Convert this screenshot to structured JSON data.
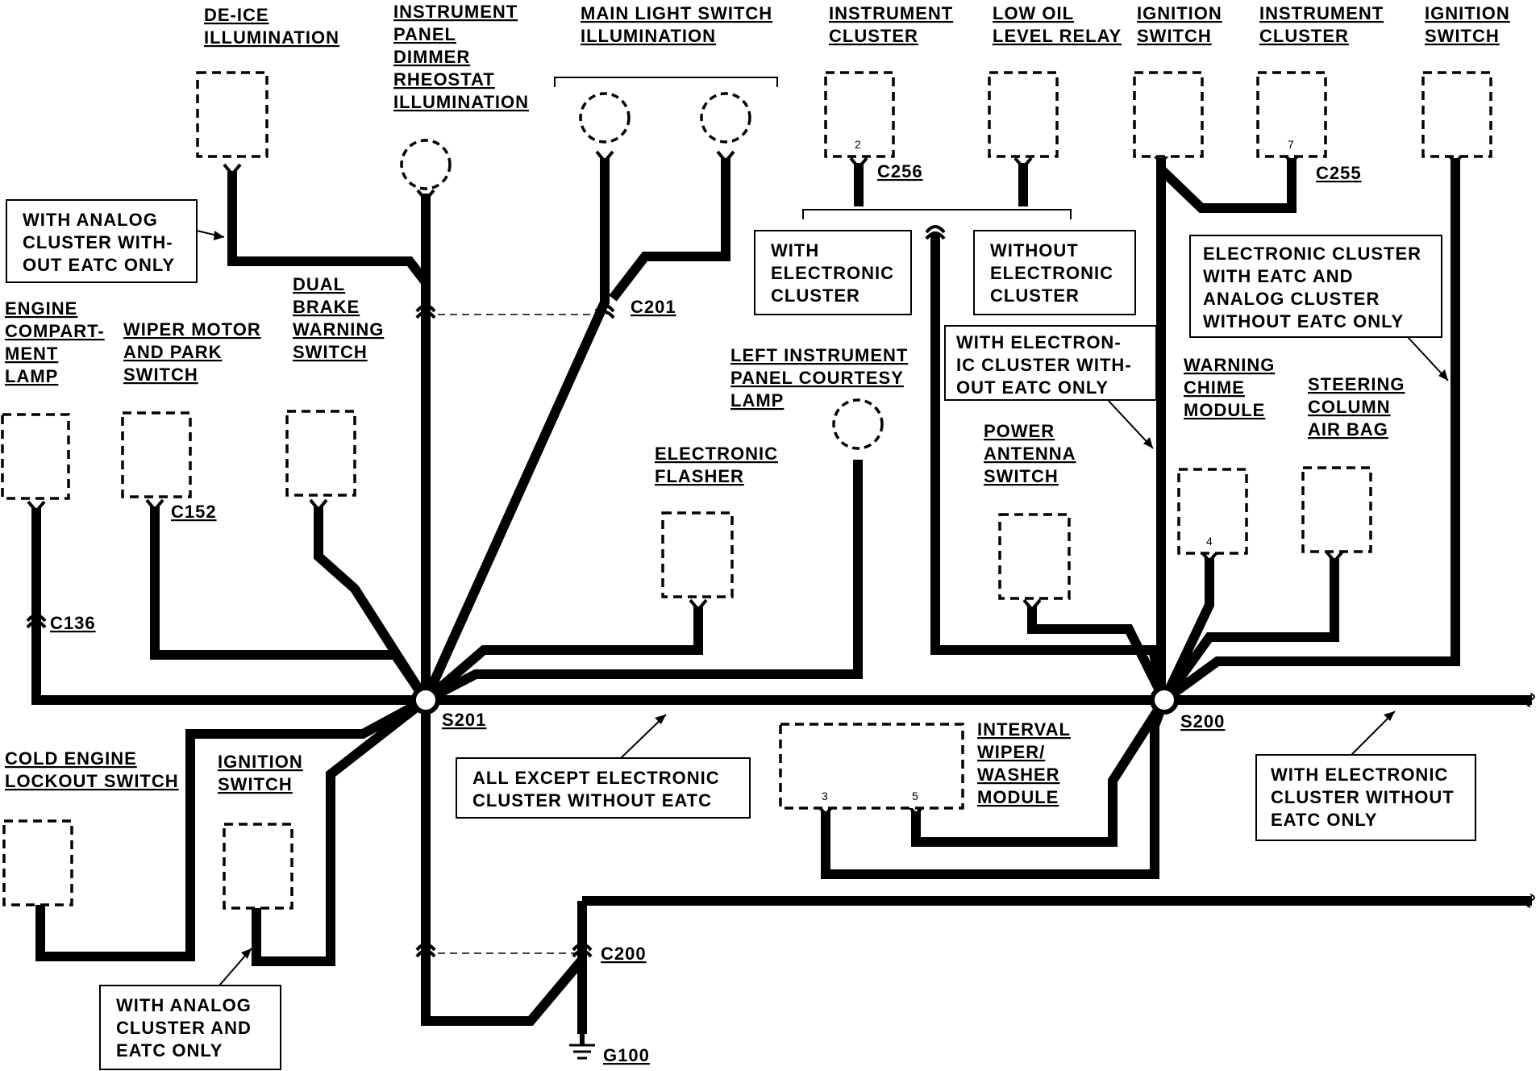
{
  "components": {
    "de_ice": [
      "DE-ICE",
      "ILLUMINATION"
    ],
    "dimmer": [
      "INSTRUMENT",
      "PANEL",
      "DIMMER",
      "RHEOSTAT",
      "ILLUMINATION"
    ],
    "main_light": [
      "MAIN LIGHT SWITCH",
      "ILLUMINATION"
    ],
    "instrument_cluster_a": [
      "INSTRUMENT",
      "CLUSTER"
    ],
    "low_oil": [
      "LOW OIL",
      "LEVEL RELAY"
    ],
    "ignition_switch_a": [
      "IGNITION",
      "SWITCH"
    ],
    "instrument_cluster_b": [
      "INSTRUMENT",
      "CLUSTER"
    ],
    "ignition_switch_b": [
      "IGNITION",
      "SWITCH"
    ],
    "engine_compartment": [
      "ENGINE",
      "COMPART-",
      "MENT",
      "LAMP"
    ],
    "wiper_motor": [
      "WIPER MOTOR",
      "AND PARK",
      "SWITCH"
    ],
    "dual_brake": [
      "DUAL",
      "BRAKE",
      "WARNING",
      "SWITCH"
    ],
    "left_courtesy": [
      "LEFT INSTRUMENT",
      "PANEL COURTESY",
      "LAMP"
    ],
    "electronic_flasher": [
      "ELECTRONIC",
      "FLASHER"
    ],
    "power_antenna": [
      "POWER",
      "ANTENNA",
      "SWITCH"
    ],
    "warning_chime": [
      "WARNING",
      "CHIME",
      "MODULE"
    ],
    "steering_air_bag": [
      "STEERING",
      "COLUMN",
      "AIR BAG"
    ],
    "cold_engine": [
      "COLD ENGINE",
      "LOCKOUT SWITCH"
    ],
    "ignition_switch_c": [
      "IGNITION",
      "SWITCH"
    ],
    "interval_wiper": [
      "INTERVAL",
      "WIPER/",
      "WASHER",
      "MODULE"
    ]
  },
  "notes": {
    "analog_without_eatc": [
      "WITH ANALOG",
      "CLUSTER WITH-",
      "OUT EATC ONLY"
    ],
    "with_electronic": [
      "WITH",
      "ELECTRONIC",
      "CLUSTER"
    ],
    "without_electronic": [
      "WITHOUT",
      "ELECTRONIC",
      "CLUSTER"
    ],
    "electronic_without_eatc_only": [
      "WITH ELECTRON-",
      "IC CLUSTER WITH-",
      "OUT EATC ONLY"
    ],
    "electronic_eatc_analog": [
      "ELECTRONIC CLUSTER",
      "WITH EATC AND",
      "ANALOG CLUSTER",
      "WITHOUT EATC ONLY"
    ],
    "all_except": [
      "ALL EXCEPT ELECTRONIC",
      "CLUSTER WITHOUT EATC"
    ],
    "electronic_without_eatc_bottom": [
      "WITH ELECTRONIC",
      "CLUSTER WITHOUT",
      "EATC ONLY"
    ],
    "analog_and_eatc": [
      "WITH ANALOG",
      "CLUSTER AND",
      "EATC ONLY"
    ]
  },
  "connectors": {
    "c256": "C256",
    "c255": "C255",
    "c201": "C201",
    "c152": "C152",
    "c136": "C136",
    "c200": "C200"
  },
  "splices": {
    "s201": "S201",
    "s200": "S200"
  },
  "ground": "G100",
  "pins": {
    "p2": "2",
    "p7": "7",
    "p4": "4",
    "p3": "3",
    "p5": "5"
  }
}
